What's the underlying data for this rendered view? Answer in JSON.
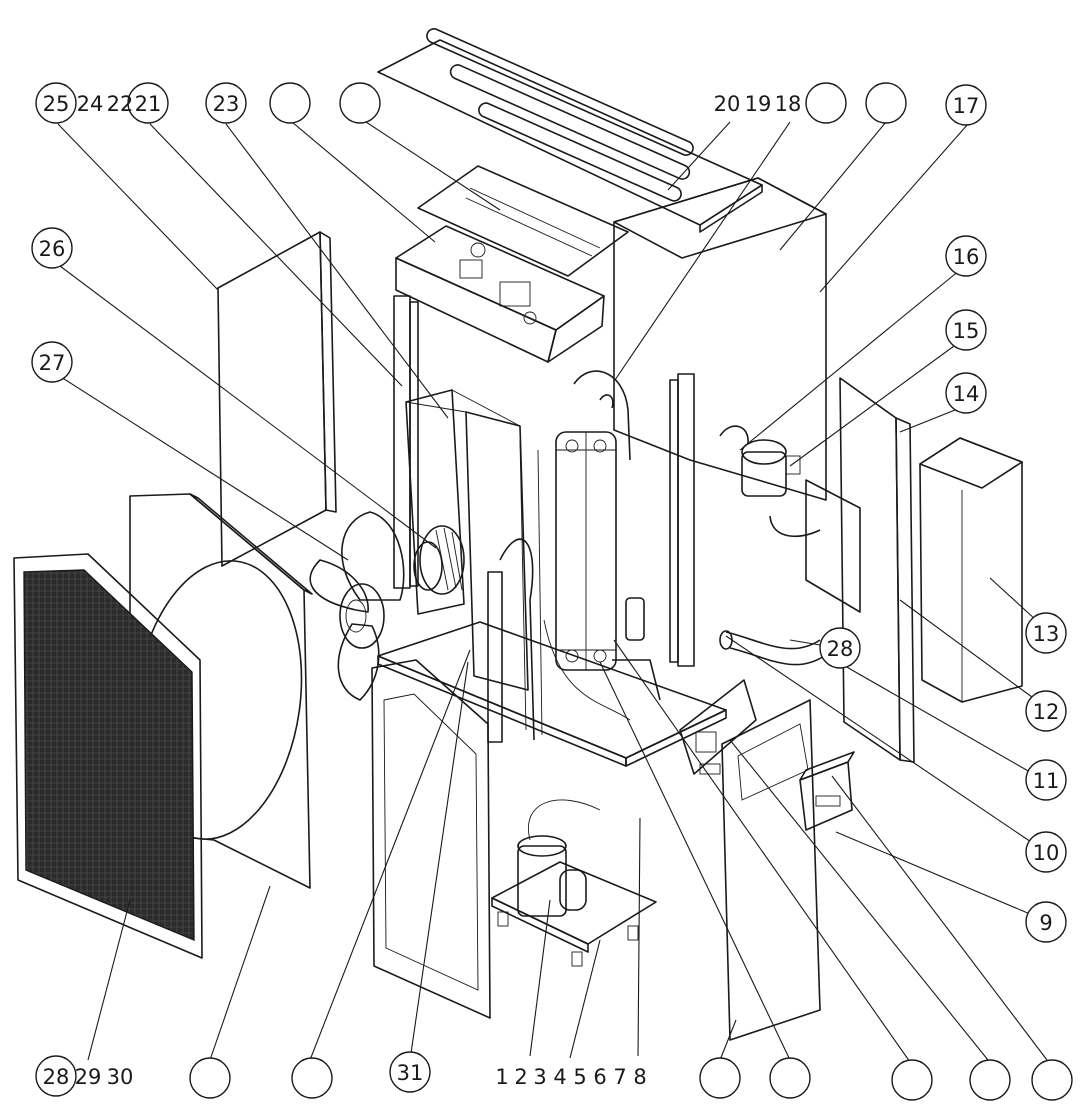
{
  "labels": {
    "l25": "25",
    "l24": "24",
    "l22": "22",
    "l21": "21",
    "l23": "23",
    "l20": "20",
    "l19": "19",
    "l18": "18",
    "l17": "17",
    "l16": "16",
    "l15": "15",
    "l14": "14",
    "l13": "13",
    "l12": "12",
    "l11": "11",
    "l10": "10",
    "l9": "9",
    "l26": "26",
    "l27": "27",
    "l28a": "28",
    "l28b": "28",
    "l29": "29",
    "l30": "30",
    "l31": "31",
    "l1": "1",
    "l2": "2",
    "l3": "3",
    "l4": "4",
    "l5": "5",
    "l6": "6",
    "l7": "7",
    "l8": "8"
  }
}
